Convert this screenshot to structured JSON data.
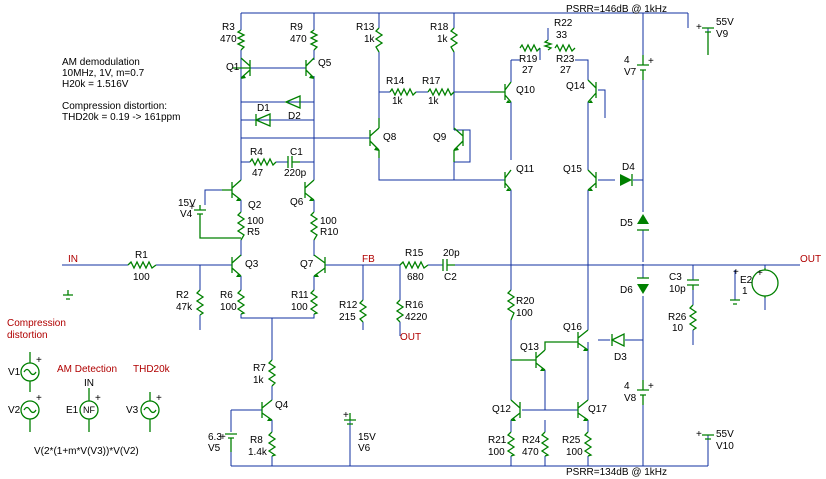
{
  "notes": {
    "am_title": "AM demodulation",
    "am_line1": "10MHz, 1V, m=0.7",
    "am_line2": "H20k = 1.516V",
    "comp_title": "Compression distortion:",
    "comp_line": "THD20k =  0.19 -> 161ppm"
  },
  "psrr": {
    "top": "PSRR=146dB @ 1kHz",
    "bottom": "PSRR=134dB @ 1kHz"
  },
  "analysis_labels": {
    "compression_1": "Compression",
    "compression_2": "distortion",
    "am_detection": "AM Detection",
    "thd20k": "THD20k",
    "formula": "V(2*(1+m*V(V3))*V(V2)"
  },
  "nets": {
    "in": "IN",
    "out": "OUT",
    "fb": "FB",
    "out2": "OUT",
    "in2": "IN"
  },
  "nf_label": "NF",
  "signs": {
    "plus": "+",
    "minus": "-"
  },
  "transistors": {
    "q1": "Q1",
    "q2": "Q2",
    "q3": "Q3",
    "q4": "Q4",
    "q5": "Q5",
    "q6": "Q6",
    "q7": "Q7",
    "q8": "Q8",
    "q9": "Q9",
    "q10": "Q10",
    "q11": "Q11",
    "q12": "Q12",
    "q13": "Q13",
    "q14": "Q14",
    "q15": "Q15",
    "q16": "Q16",
    "q17": "Q17"
  },
  "resistors": {
    "r1": {
      "name": "R1",
      "value": "100"
    },
    "r2": {
      "name": "R2",
      "value": "47k"
    },
    "r3": {
      "name": "R3",
      "value": "470"
    },
    "r4": {
      "name": "R4",
      "value": "47"
    },
    "r5": {
      "name": "R5",
      "value": "100"
    },
    "r6": {
      "name": "R6",
      "value": "100"
    },
    "r7": {
      "name": "R7",
      "value": "1k"
    },
    "r8": {
      "name": "R8",
      "value": "1.4k"
    },
    "r9": {
      "name": "R9",
      "value": "470"
    },
    "r10": {
      "name": "R10",
      "value": "100"
    },
    "r11": {
      "name": "R11",
      "value": "100"
    },
    "r12": {
      "name": "R12",
      "value": "215"
    },
    "r13": {
      "name": "R13",
      "value": "1k"
    },
    "r14": {
      "name": "R14",
      "value": "1k"
    },
    "r15": {
      "name": "R15",
      "value": "680"
    },
    "r16": {
      "name": "R16",
      "value": "4220"
    },
    "r17": {
      "name": "R17",
      "value": "1k"
    },
    "r18": {
      "name": "R18",
      "value": "1k"
    },
    "r19": {
      "name": "R19",
      "value": "27"
    },
    "r20": {
      "name": "R20",
      "value": "100"
    },
    "r21": {
      "name": "R21",
      "value": "100"
    },
    "r22": {
      "name": "R22",
      "value": "33"
    },
    "r23": {
      "name": "R23",
      "value": "27"
    },
    "r24": {
      "name": "R24",
      "value": "470"
    },
    "r25": {
      "name": "R25",
      "value": "100"
    },
    "r26": {
      "name": "R26",
      "value": "10"
    }
  },
  "capacitors": {
    "c1": {
      "name": "C1",
      "value": "220p"
    },
    "c2": {
      "name": "C2",
      "value": "20p"
    },
    "c3": {
      "name": "C3",
      "value": "10p"
    }
  },
  "diodes": {
    "d1": "D1",
    "d2": "D2",
    "d3": "D3",
    "d4": "D4",
    "d5": "D5",
    "d6": "D6"
  },
  "sources": {
    "v4": {
      "name": "V4",
      "value": "15V"
    },
    "v5": {
      "name": "V5",
      "value": "6.3"
    },
    "v6": {
      "name": "V6",
      "value": "15V"
    },
    "v7": {
      "name": "V7",
      "value": "4"
    },
    "v8": {
      "name": "V8",
      "value": "4"
    },
    "v9": {
      "name": "V9",
      "value": "55V"
    },
    "v10": {
      "name": "V10",
      "value": "55V"
    },
    "v1": {
      "name": "V1"
    },
    "v2": {
      "name": "V2"
    },
    "v3": {
      "name": "V3"
    },
    "e1": {
      "name": "E1"
    },
    "e2": {
      "name": "E2",
      "value": "1"
    }
  }
}
